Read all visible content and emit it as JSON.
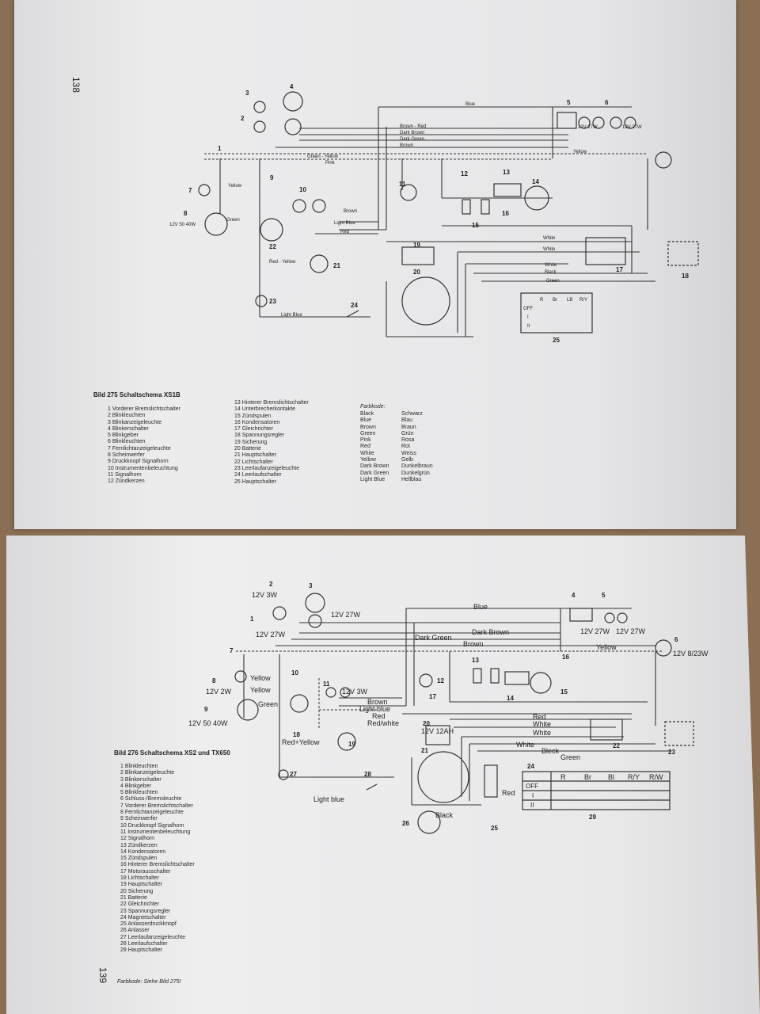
{
  "top_page": {
    "page_number": "138",
    "caption": "Bild 275  Schaltschema XS1B",
    "legend_col1": [
      "1  Vorderer Bremslichtschalter",
      "2  Blinkleuchten",
      "3  Blinkanzeigeleuchte",
      "4  Blinkerschalter",
      "5  Blinkgeber",
      "6  Blinkleuchten",
      "7  Fernlichtanzeigeleuchte",
      "8  Scheinwerfer",
      "9  Druckknopf Signalhorn",
      "10  Instrumentenbeleuchtung",
      "11  Signalhorn",
      "12  Zündkerzen"
    ],
    "legend_col2": [
      "13  Hinterer Bremslichtschalter",
      "14  Unterbrecherkontakte",
      "15  Zündspulen",
      "16  Kondensatoren",
      "17  Gleichrichter",
      "18  Spannungsregler",
      "19  Sicherung",
      "20  Batterie",
      "21  Hauptschalter",
      "22  Lichtschalter",
      "23  Leerlaufanzeigeleuchte",
      "24  Leerlaufschalter",
      "25  Hauptschalter"
    ],
    "color_code_title": "Farbkode:",
    "color_code": [
      [
        "Black",
        "Schwarz"
      ],
      [
        "Blue",
        "Blau"
      ],
      [
        "Brown",
        "Braun"
      ],
      [
        "Green",
        "Grün"
      ],
      [
        "Pink",
        "Rosa"
      ],
      [
        "Red",
        "Rot"
      ],
      [
        "White",
        "Weiss"
      ],
      [
        "Yellow",
        "Gelb"
      ],
      [
        "Dark Brown",
        "Dunkelbraun"
      ],
      [
        "Dark Green",
        "Dunkelgrün"
      ],
      [
        "Light Blue",
        "Hellblau"
      ]
    ],
    "diagram": {
      "wire_labels": [
        "Blue",
        "Brown - Red",
        "Dark Brown",
        "Dark Green",
        "Brown",
        "Green - Yellow",
        "Pink",
        "Yellow",
        "Brown",
        "Light Blue",
        "Red",
        "Red - Yellow",
        "Light Blue",
        "White",
        "White",
        "White",
        "Black",
        "Green",
        "Green",
        "Yellow"
      ],
      "ratings": [
        "12V 27W",
        "12V 27W",
        "12V 50 40W"
      ],
      "switch_table": {
        "headers": [
          "R",
          "Br",
          "LB",
          "R/Y"
        ],
        "rows": [
          "OFF",
          "I",
          "II"
        ]
      },
      "numbers": [
        "1",
        "2",
        "3",
        "4",
        "5",
        "6",
        "7",
        "8",
        "9",
        "10",
        "11",
        "12",
        "13",
        "14",
        "15",
        "16",
        "17",
        "18",
        "19",
        "20",
        "21",
        "22",
        "23",
        "24",
        "25"
      ]
    }
  },
  "bottom_page": {
    "page_number": "139",
    "caption": "Bild 276  Schaltschema XS2 und TX650",
    "legend": [
      "1  Blinkleuchten",
      "2  Blinkanzeigeleuchte",
      "3  Blinkerschalter",
      "4  Blinkgeber",
      "5  Blinkleuchten",
      "6  Schluss-/Bremsleuchte",
      "7  Vorderer Bremslichtschalter",
      "8  Fernlichtanzeigeleuchte",
      "9  Scheinwerfer",
      "10  Druckknopf Signalhorn",
      "11  Instrumentenbeleuchtung",
      "12  Signalhorn",
      "13  Zündkerzen",
      "14  Kondensatoren",
      "15  Zündspulen",
      "16  Hinterer Bremslichtschalter",
      "17  Motorausschalter",
      "18  Lichtschalter",
      "19  Hauptschalter",
      "20  Sicherung",
      "21  Batterie",
      "22  Gleichrichter",
      "23  Spannungsregler",
      "24  Magnetschalter",
      "25  Anlasserdruckknopf",
      "26  Anlasser",
      "27  Leerlaufanzeigeleuchte",
      "28  Leerlaufschalter",
      "29  Hauptschalter"
    ],
    "color_code_ref": "Farbkode: Siehe Bild 275!",
    "diagram": {
      "wire_labels": [
        "Blue",
        "Dark Brown",
        "Dark Green",
        "Brown",
        "Yellow",
        "Yellow",
        "Yellow",
        "Green",
        "Brown",
        "Light blue",
        "Red",
        "Red/white",
        "Red+Yellow",
        "Light blue",
        "Red",
        "White",
        "White",
        "White",
        "Bleck",
        "Green",
        "Red",
        "Black"
      ],
      "ratings": [
        "12V 3W",
        "12V 27W",
        "12V 27W",
        "12V 27W",
        "12V 27W",
        "12V 8/23W",
        "12V 2W",
        "12V 3W",
        "12V 50 40W",
        "12V 12AH"
      ],
      "switch_table": {
        "headers": [
          "R",
          "Br",
          "Bl",
          "R/Y",
          "R/W"
        ],
        "rows": [
          "OFF",
          "I",
          "II"
        ]
      },
      "numbers": [
        "1",
        "2",
        "3",
        "4",
        "5",
        "6",
        "7",
        "8",
        "9",
        "10",
        "11",
        "12",
        "13",
        "14",
        "15",
        "16",
        "17",
        "18",
        "19",
        "20",
        "21",
        "22",
        "23",
        "24",
        "25",
        "26",
        "27",
        "28",
        "29"
      ]
    }
  }
}
